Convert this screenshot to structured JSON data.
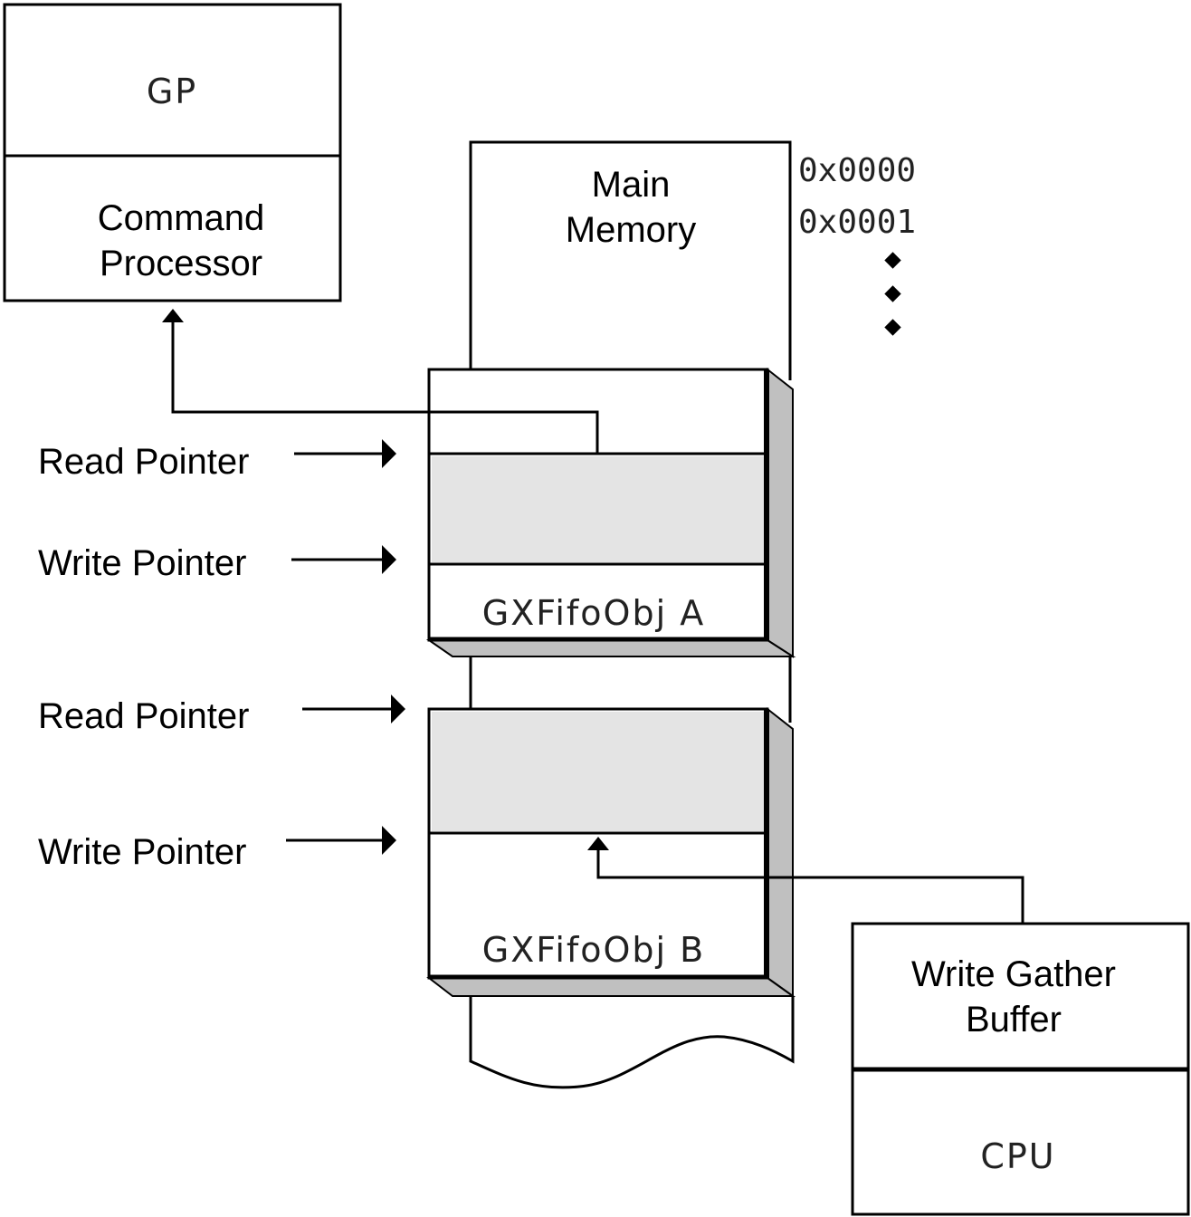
{
  "diagram": {
    "gp_block": {
      "top_label": "GP",
      "bottom_label_line1": "Command",
      "bottom_label_line2": "Processor"
    },
    "main_memory": {
      "label_line1": "Main",
      "label_line2": "Memory",
      "addresses": [
        "0x0000",
        "0x0001"
      ],
      "continuation": "•••"
    },
    "fifo_a": {
      "name": "GXFifoObj A",
      "read_pointer_label": "Read Pointer",
      "write_pointer_label": "Write Pointer"
    },
    "fifo_b": {
      "name": "GXFifoObj B",
      "read_pointer_label": "Read Pointer",
      "write_pointer_label": "Write Pointer"
    },
    "cpu_block": {
      "top_label_line1": "Write Gather",
      "top_label_line2": "Buffer",
      "bottom_label": "CPU"
    },
    "colors": {
      "line": "#000000",
      "fifo_filled_region": "#e4e4e4",
      "fifo_bevel": "#c0c0c0",
      "background": "#ffffff"
    }
  }
}
